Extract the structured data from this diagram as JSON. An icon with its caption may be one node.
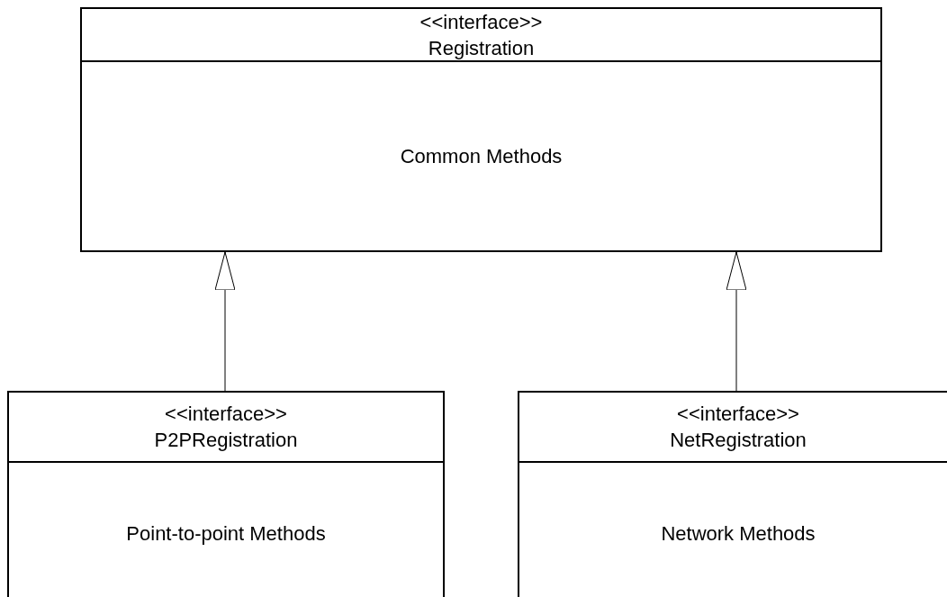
{
  "diagram": {
    "nodes": [
      {
        "text": [
          "<<interface>>",
          "Registration",
          "Common Methods"
        ]
      },
      {
        "text": [
          "<<interface>>",
          "P2PRegistration",
          "Point-to-point Methods"
        ]
      },
      {
        "text": [
          "<<interface>>",
          "NetRegistration",
          "Network Methods"
        ]
      }
    ],
    "edges": [
      {
        "from": 1,
        "to": 0,
        "arrow": "to"
      },
      {
        "from": 2,
        "to": 0,
        "arrow": "to"
      }
    ]
  }
}
